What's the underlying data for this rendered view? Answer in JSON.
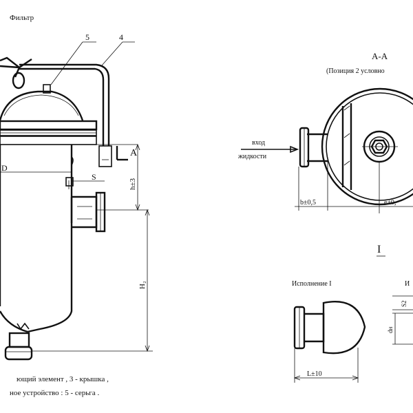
{
  "title": "Фильтр",
  "callouts": {
    "n5": "5",
    "n4": "4"
  },
  "left_view": {
    "section_mark": "A",
    "dim_D": "D",
    "dim_S": "S",
    "dim_h": "h±3",
    "dim_H2": "H₂"
  },
  "section_view": {
    "title": "А-А",
    "note": "(Позиция 2 условно",
    "inlet_label_line1": "вход",
    "inlet_label_line2": "жидкости",
    "dim_b": "b±0,5",
    "dim_e": "e±0,"
  },
  "detail": {
    "title": "I",
    "variant1": "Исполнение I",
    "variant2": "И",
    "dim_L": "L±10",
    "dim_S2": "S2",
    "dim_dn": "dн"
  },
  "legend": {
    "line1": "ющий элемент , 3 - крышка ,",
    "line2": "ное устройство : 5 - серьга ."
  }
}
